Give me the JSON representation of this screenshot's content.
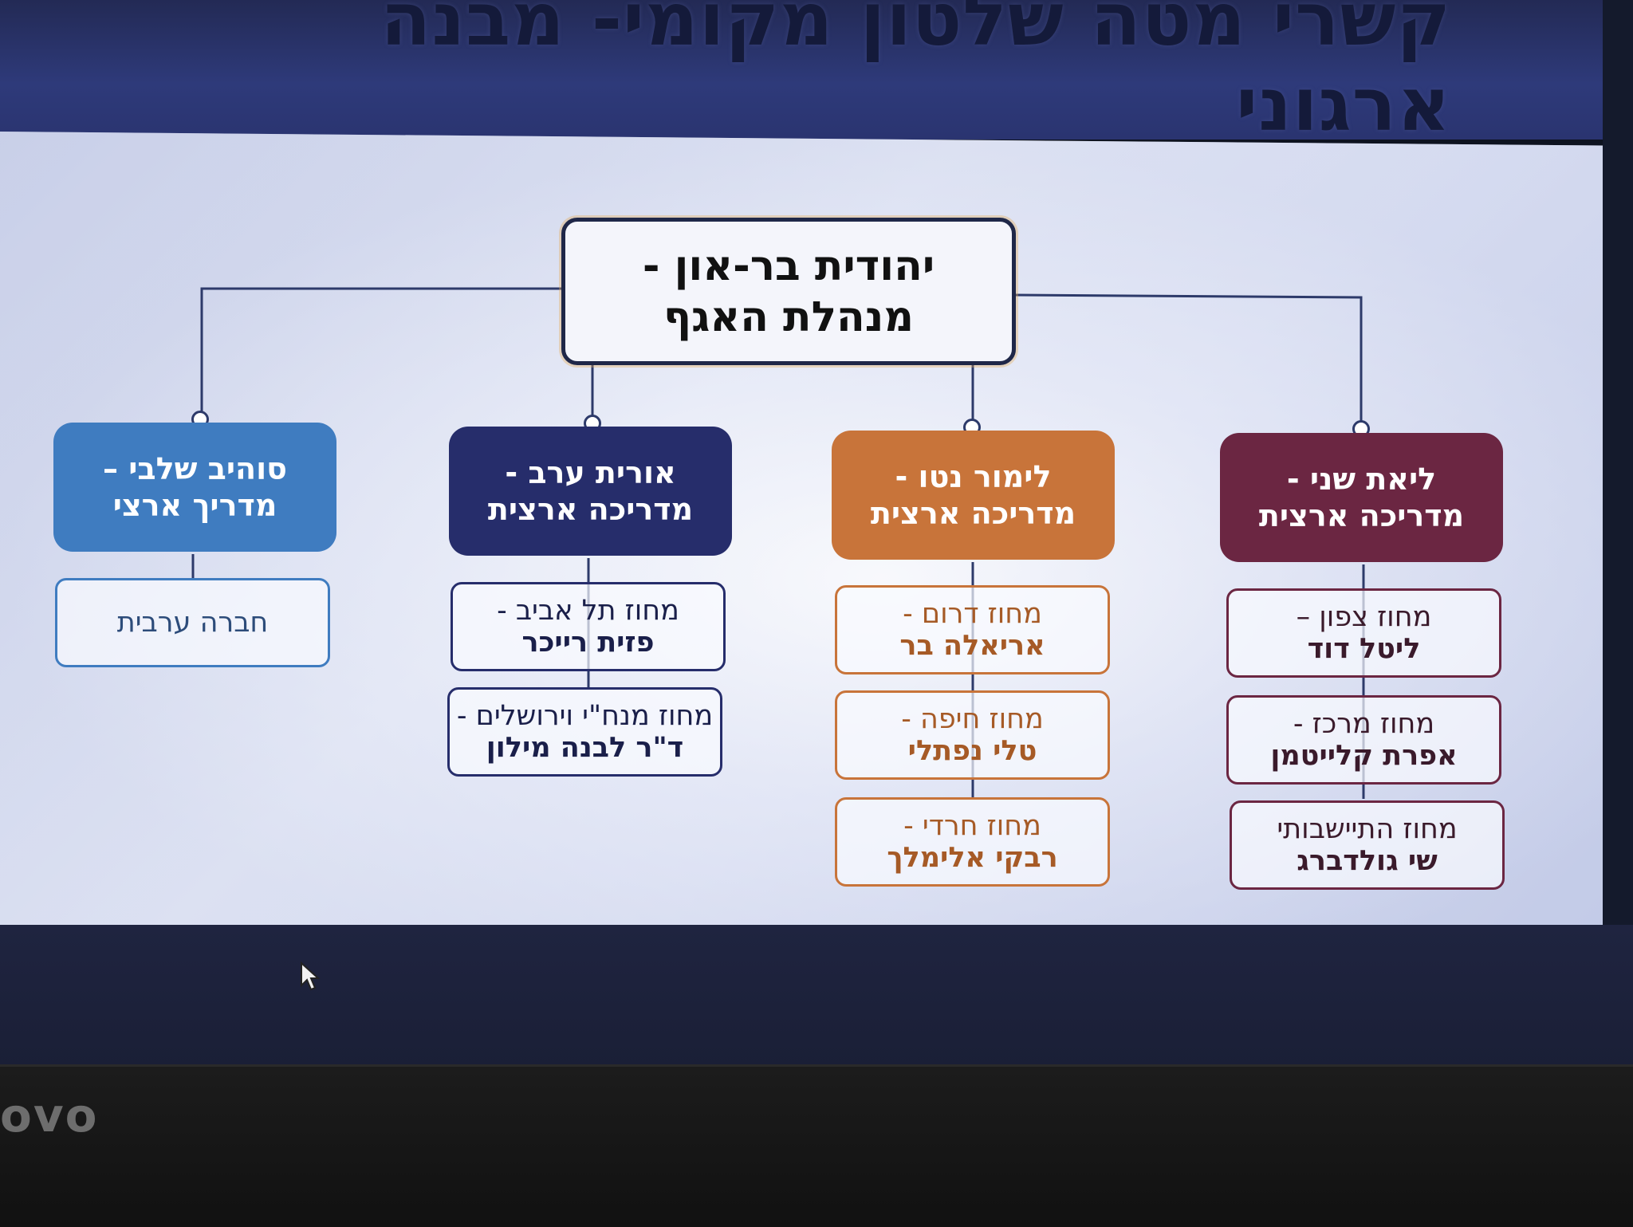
{
  "title": "קשרי מטה שלטון מקומי- מבנה ארגוני",
  "root": {
    "line1": "יהודית בר-און -",
    "line2": "מנהלת האגף"
  },
  "columns": [
    {
      "id": "liat",
      "color": "#6b2642",
      "head": {
        "line1": "ליאת שני -",
        "line2": "מדריכה ארצית"
      },
      "children": [
        {
          "line1": "מחוז צפון –",
          "line2": "ליטל דוד"
        },
        {
          "line1": "מחוז מרכז -",
          "line2": "אפרת קלייטמן"
        },
        {
          "line1": "מחוז התיישבותי",
          "line2": "שי גולדברג"
        }
      ]
    },
    {
      "id": "limor",
      "color": "#c8743a",
      "head": {
        "line1": "לימור נטו -",
        "line2": "מדריכה ארצית"
      },
      "children": [
        {
          "line1": "מחוז דרום -",
          "line2": "אריאלה בר"
        },
        {
          "line1": "מחוז חיפה -",
          "line2": "טלי נפתלי"
        },
        {
          "line1": "מחוז חרדי -",
          "line2": "רבקי אלימלך"
        }
      ]
    },
    {
      "id": "orit",
      "color": "#262d6b",
      "head": {
        "line1": "אורית ערב -",
        "line2": "מדריכה ארצית"
      },
      "children": [
        {
          "line1": "מחוז תל אביב -",
          "line2": "פזית רייכר"
        },
        {
          "line1": "מחוז מנח\"י וירושלים -",
          "line2": "ד\"ר לבנה מילון"
        }
      ]
    },
    {
      "id": "suhaib",
      "color": "#3f7cc0",
      "head": {
        "line1": "סוהיב שלבי –",
        "line2": "מדריך ארצי"
      },
      "children": [
        {
          "line1": "חברה ערבית",
          "line2": ""
        }
      ]
    }
  ],
  "brand": "ovo"
}
